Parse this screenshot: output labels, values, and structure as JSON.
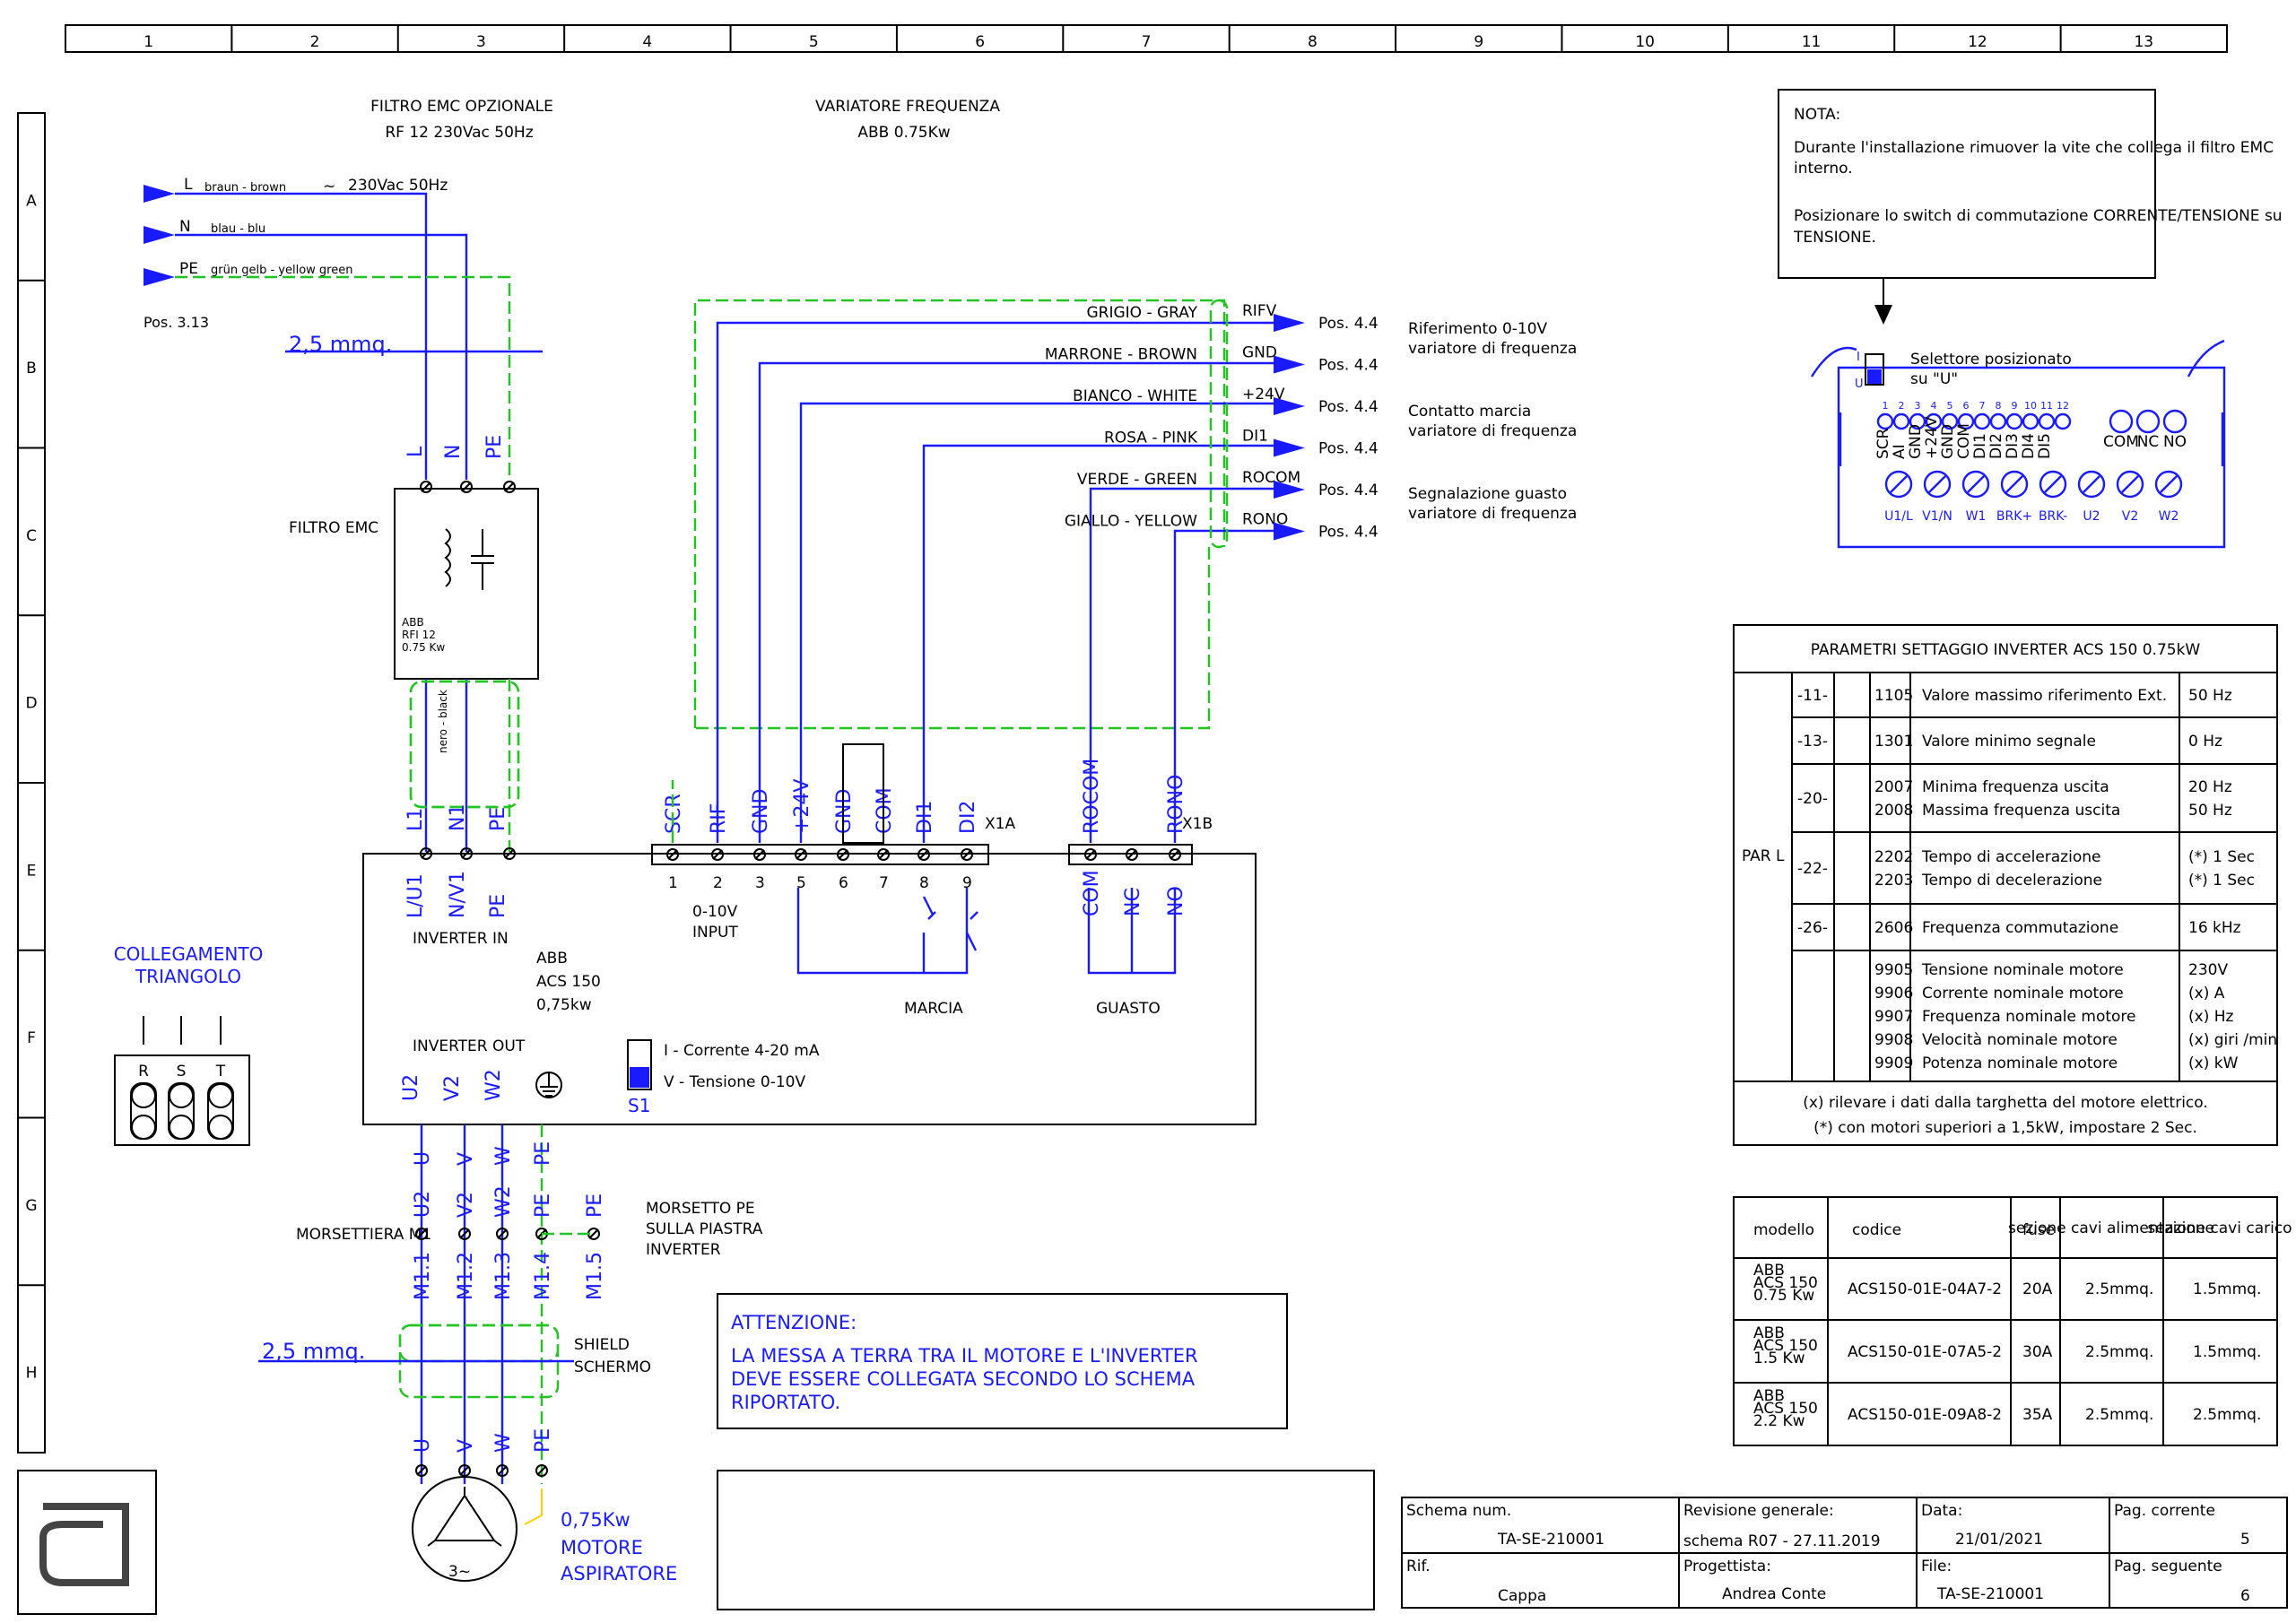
{
  "columns": [
    "1",
    "2",
    "3",
    "4",
    "5",
    "6",
    "7",
    "8",
    "9",
    "10",
    "11",
    "12",
    "13"
  ],
  "rows": [
    "A",
    "B",
    "C",
    "D",
    "E",
    "F",
    "G",
    "H"
  ],
  "headers": {
    "emc_filter": [
      "FILTRO EMC OPZIONALE",
      "RF 12 230Vac 50Hz"
    ],
    "inverter": [
      "VARIATORE FREQUENZA",
      "ABB 0.75Kw"
    ]
  },
  "supply": {
    "L": {
      "id": "L",
      "desc": "braun - brown"
    },
    "N": {
      "id": "N",
      "desc": "blau - blu"
    },
    "PE": {
      "id": "PE",
      "desc": "grün gelb - yellow green"
    },
    "voltage": "230Vac 50Hz",
    "pos": "Pos. 3.13",
    "section": "2,5 mmq."
  },
  "filter": {
    "label": "FILTRO EMC",
    "terms": [
      "L",
      "N",
      "PE"
    ],
    "lines": [
      "ABB",
      "RFI 12",
      "0.75 Kw"
    ],
    "out_wire": "nero - black"
  },
  "inverter_in": {
    "top_terms": [
      "L1",
      "N1",
      "PE"
    ],
    "bot_terms": [
      "L/U1",
      "N/V1",
      "PE"
    ],
    "label": "INVERTER IN"
  },
  "inverter": {
    "model": [
      "ABB",
      "ACS 150",
      "0,75kw"
    ]
  },
  "inverter_out": {
    "label": "INVERTER OUT",
    "terms": [
      "U2",
      "V2",
      "W2"
    ],
    "s1": "S1",
    "switch_i": "I - Corrente  4-20 mA",
    "switch_v": "V - Tensione 0-10V"
  },
  "x1a": {
    "name": "X1A",
    "terms": [
      "SCR",
      "RIF",
      "GND",
      "+24V",
      "GND",
      "COM",
      "DI1",
      "DI2"
    ],
    "nums": [
      "1",
      "2",
      "3",
      "5",
      "6",
      "7",
      "8",
      "9"
    ],
    "input_label": [
      "0-10V",
      "INPUT"
    ],
    "marcia": "MARCIA"
  },
  "x1b": {
    "name": "X1B",
    "terms": [
      "ROCOM",
      "RONO"
    ],
    "bottom": [
      "COM",
      "NC",
      "NO"
    ],
    "guasto": "GUASTO"
  },
  "signals": [
    {
      "wire": "GRIGIO - GRAY",
      "name": "RIFV",
      "pos": "Pos. 4.4"
    },
    {
      "wire": "MARRONE - BROWN",
      "name": "GND",
      "pos": "Pos. 4.4"
    },
    {
      "wire": "BIANCO - WHITE",
      "name": "+24V",
      "pos": "Pos. 4.4"
    },
    {
      "wire": "ROSA - PINK",
      "name": "DI1",
      "pos": "Pos. 4.4"
    },
    {
      "wire": "VERDE - GREEN",
      "name": "ROCOM",
      "pos": "Pos. 4.4"
    },
    {
      "wire": "GIALLO - YELLOW",
      "name": "RONO",
      "pos": "Pos. 4.4"
    }
  ],
  "signal_notes": [
    [
      "Riferimento 0-10V",
      "variatore di frequenza"
    ],
    [
      "Contatto marcia",
      "variatore di frequenza"
    ],
    [
      "Segnalazione guasto",
      "variatore di frequenza"
    ]
  ],
  "triangle": {
    "title": [
      "COLLEGAMENTO",
      "TRIANGOLO"
    ],
    "terms": [
      "R",
      "S",
      "T"
    ]
  },
  "motor": {
    "morsettiera": "MORSETTIERA M1",
    "m_top": [
      "U",
      "V",
      "W",
      "PE"
    ],
    "m_mid": [
      "U2",
      "V2",
      "W2",
      "PE",
      "PE"
    ],
    "m_bot": [
      "M1.1",
      "M1.2",
      "M1.3",
      "M1.4",
      "M1.5"
    ],
    "morsetto_pe": [
      "MORSETTO PE",
      "SULLA PIASTRA",
      "INVERTER"
    ],
    "shield": [
      "SHIELD",
      "SCHERMO"
    ],
    "section": "2,5 mmq.",
    "m_end": [
      "U",
      "V",
      "W",
      "PE"
    ],
    "symbol": "3~",
    "power": "0,75Kw",
    "name": [
      "MOTORE",
      "ASPIRATORE"
    ]
  },
  "warning": {
    "title": "ATTENZIONE:",
    "lines": [
      "LA MESSA A TERRA TRA IL MOTORE E L'INVERTER",
      "DEVE ESSERE COLLEGATA SECONDO LO SCHEMA",
      "RIPORTATO."
    ]
  },
  "note": {
    "title": "NOTA:",
    "lines": [
      "Durante l'installazione rimuover la vite che collega il filtro EMC",
      "interno.",
      "",
      "Posizionare lo switch di commutazione CORRENTE/TENSIONE su",
      "TENSIONE."
    ]
  },
  "terminal_drawing": {
    "selector": [
      "Selettore posizionato",
      "su \"U\""
    ],
    "switch_i": "I",
    "switch_u": "U",
    "nums": [
      "1",
      "2",
      "3",
      "4",
      "5",
      "6",
      "7",
      "8",
      "9",
      "10",
      "11",
      "12"
    ],
    "top_labels": [
      "SCR",
      "AI",
      "GND",
      "+24V",
      "GND",
      "COM",
      "DI1",
      "DI2",
      "DI3",
      "DI4",
      "DI5"
    ],
    "relay": [
      "COM",
      "NC",
      "NO"
    ],
    "bottom": [
      "U1/L",
      "V1/N",
      "W1",
      "BRK+",
      "BRK-",
      "U2",
      "V2",
      "W2"
    ]
  },
  "params": {
    "title": "PARAMETRI SETTAGGIO INVERTER  ACS 150  0.75kW",
    "group": "PAR L",
    "rows": [
      {
        "menu": "-11-",
        "codes": [
          "1105"
        ],
        "desc": [
          "Valore massimo riferimento Ext."
        ],
        "val": [
          "50 Hz"
        ]
      },
      {
        "menu": "-13-",
        "codes": [
          "1301"
        ],
        "desc": [
          "Valore minimo segnale"
        ],
        "val": [
          "0 Hz"
        ]
      },
      {
        "menu": "-20-",
        "codes": [
          "2007",
          "2008"
        ],
        "desc": [
          "Minima frequenza uscita",
          "Massima frequenza uscita"
        ],
        "val": [
          "20 Hz",
          "50 Hz"
        ]
      },
      {
        "menu": "-22-",
        "codes": [
          "2202",
          "2203"
        ],
        "desc": [
          "Tempo di accelerazione",
          "Tempo di decelerazione"
        ],
        "val": [
          "(*) 1 Sec",
          "(*) 1 Sec"
        ]
      },
      {
        "menu": "-26-",
        "codes": [
          "2606"
        ],
        "desc": [
          "Frequenza commutazione"
        ],
        "val": [
          "16 kHz"
        ]
      },
      {
        "menu": "",
        "codes": [
          "9905",
          "9906",
          "9907",
          "9908",
          "9909"
        ],
        "desc": [
          "Tensione nominale motore",
          "Corrente nominale motore",
          "Frequenza nominale motore",
          "Velocità nominale motore",
          "Potenza nominale motore"
        ],
        "val": [
          "230V",
          "(x) A",
          "(x) Hz",
          "(x) giri /min",
          "(x) kW"
        ]
      }
    ],
    "foot": [
      "(x) rilevare i dati dalla targhetta del motore elettrico.",
      "(*) con motori superiori a 1,5kW, impostare 2 Sec."
    ]
  },
  "models": {
    "headers": [
      "modello",
      "codice",
      "fuse",
      "sezione cavi alimentazione",
      "sezione cavi carico"
    ],
    "rows": [
      {
        "model": [
          "ABB",
          "ACS 150",
          "0.75 Kw"
        ],
        "code": "ACS150-01E-04A7-2",
        "fuse": "20A",
        "s1": "2.5mmq.",
        "s2": "1.5mmq."
      },
      {
        "model": [
          "ABB",
          "ACS 150",
          "1.5 Kw"
        ],
        "code": "ACS150-01E-07A5-2",
        "fuse": "30A",
        "s1": "2.5mmq.",
        "s2": "1.5mmq."
      },
      {
        "model": [
          "ABB",
          "ACS 150",
          "2.2 Kw"
        ],
        "code": "ACS150-01E-09A8-2",
        "fuse": "35A",
        "s1": "2.5mmq.",
        "s2": "2.5mmq."
      }
    ]
  },
  "title_block": {
    "schema_label": "Schema num.",
    "schema": "TA-SE-210001",
    "rev_label": "Revisione generale:",
    "rev": "schema R07 - 27.11.2019",
    "date_label": "Data:",
    "date": "21/01/2021",
    "page_label": "Pag. corrente",
    "page": "5",
    "rif_label": "Rif.",
    "rif": "Cappa",
    "designer_label": "Progettista:",
    "designer": "Andrea Conte",
    "file_label": "File:",
    "file": "TA-SE-210001",
    "next_label": "Pag. seguente",
    "next": "6"
  },
  "colors": {
    "wire": "#1a1aff",
    "earth": "#22c422",
    "ink": "#000000",
    "switch": "#1a1aff"
  }
}
